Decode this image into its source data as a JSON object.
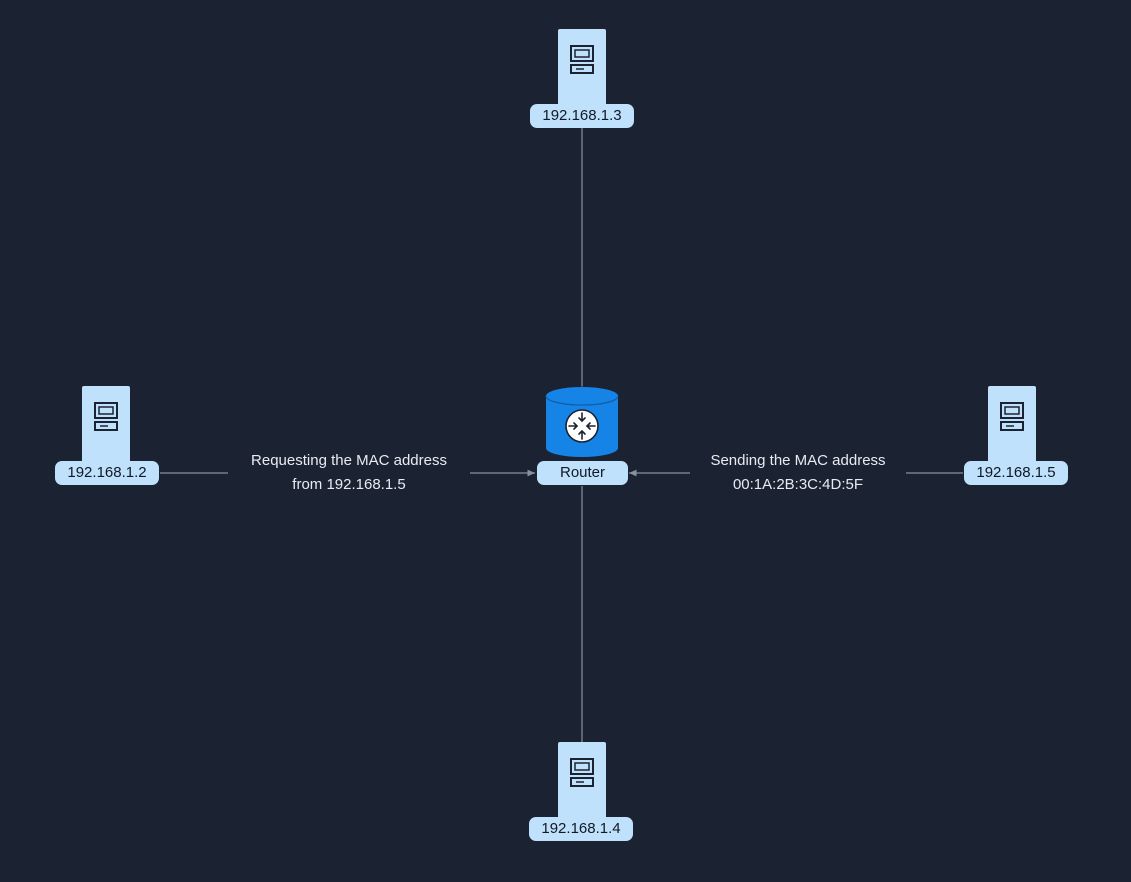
{
  "colors": {
    "background": "#1b2231",
    "node_fill": "#bfe1fb",
    "router_fill": "#1584e6",
    "link": "#8a919c",
    "text_light": "#e8ecf2",
    "text_dark": "#111827"
  },
  "nodes": {
    "top": {
      "label": "192.168.1.3",
      "icon": "computer-icon"
    },
    "left": {
      "label": "192.168.1.2",
      "icon": "computer-icon"
    },
    "right": {
      "label": "192.168.1.5",
      "icon": "computer-icon"
    },
    "bottom": {
      "label": "192.168.1.4",
      "icon": "computer-icon"
    },
    "router": {
      "label": "Router",
      "icon": "router-icon"
    }
  },
  "edges": {
    "left_to_router": {
      "line1": "Requesting the MAC address",
      "line2": "from 192.168.1.5"
    },
    "right_to_router": {
      "line1": "Sending the MAC address",
      "line2": "00:1A:2B:3C:4D:5F"
    }
  }
}
